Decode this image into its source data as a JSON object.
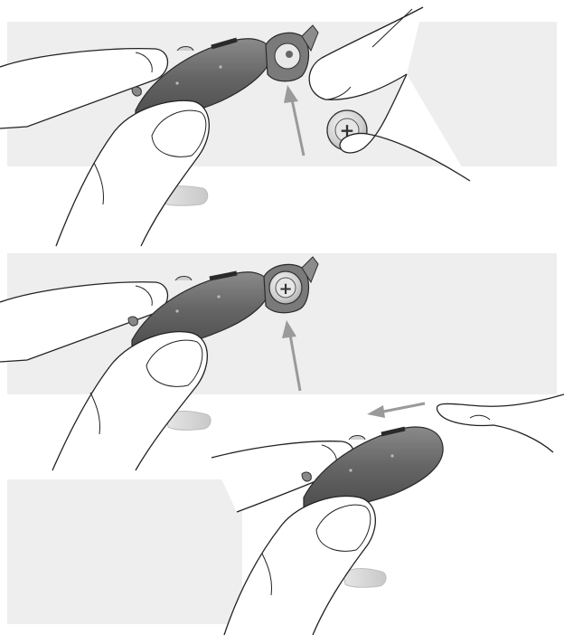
{
  "colors": {
    "panel": "#eeeeee",
    "device_dark": "#5e5e5e",
    "device_mid": "#767676",
    "device_light": "#8e8e8e",
    "line": "#222222",
    "arrow": "#9a9a9a",
    "skin": "#ffffff",
    "battery": "#d9d9d9",
    "tube": "#dcdcdc"
  },
  "steps": [
    {
      "name": "open-battery-door-insert-battery",
      "battery_symbol": "+"
    },
    {
      "name": "battery-seated-in-door",
      "battery_symbol": "+"
    },
    {
      "name": "close-battery-door"
    }
  ],
  "icons": [
    "plus-icon",
    "up-arrow-icon",
    "left-arrow-icon"
  ]
}
